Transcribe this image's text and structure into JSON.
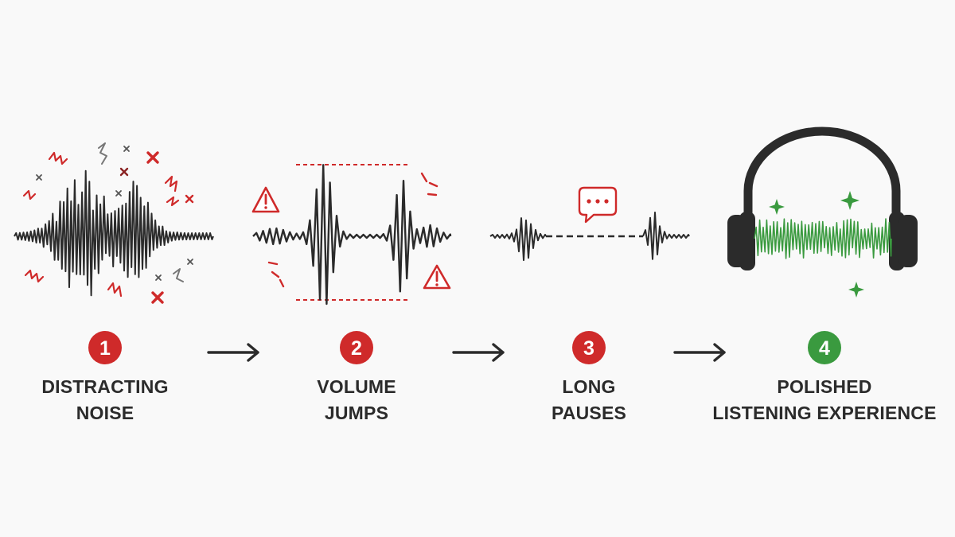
{
  "colors": {
    "ink": "#2b2b2b",
    "alert": "#cf2a2a",
    "good": "#3a9a3f",
    "background": "#f9f9f9"
  },
  "steps": [
    {
      "number": "1",
      "line1": "DISTRACTING",
      "line2": "NOISE",
      "badge_color": "#cf2a2a",
      "icons": [
        "noise-squiggle-icon",
        "x-mark-icon"
      ]
    },
    {
      "number": "2",
      "line1": "VOLUME",
      "line2": "JUMPS",
      "badge_color": "#cf2a2a",
      "icons": [
        "warning-triangle-icon"
      ]
    },
    {
      "number": "3",
      "line1": "LONG",
      "line2": "PAUSES",
      "badge_color": "#cf2a2a",
      "icons": [
        "speech-bubble-icon"
      ]
    },
    {
      "number": "4",
      "line1": "POLISHED",
      "line2": "LISTENING EXPERIENCE",
      "badge_color": "#3a9a3f",
      "icons": [
        "headphones-icon",
        "sparkle-icon"
      ]
    }
  ]
}
